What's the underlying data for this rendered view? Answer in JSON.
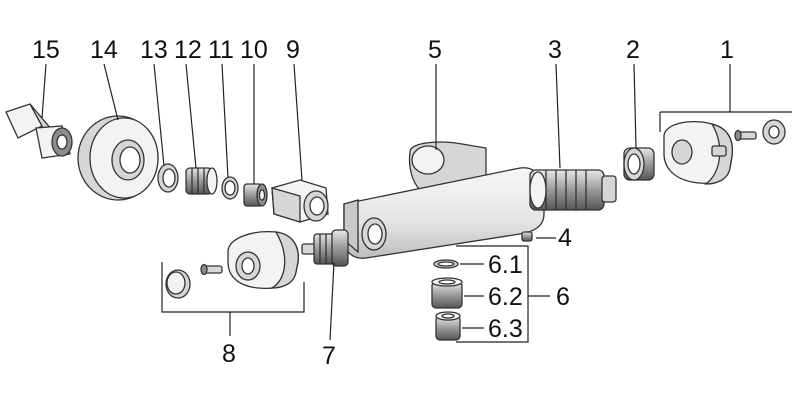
{
  "labels": {
    "p1": "1",
    "p2": "2",
    "p3": "3",
    "p4": "4",
    "p5": "5",
    "p6": "6",
    "p6_1": "6.1",
    "p6_2": "6.2",
    "p6_3": "6.3",
    "p7": "7",
    "p8": "8",
    "p9": "9",
    "p10": "10",
    "p11": "11",
    "p12": "12",
    "p13": "13",
    "p14": "14",
    "p15": "15"
  }
}
